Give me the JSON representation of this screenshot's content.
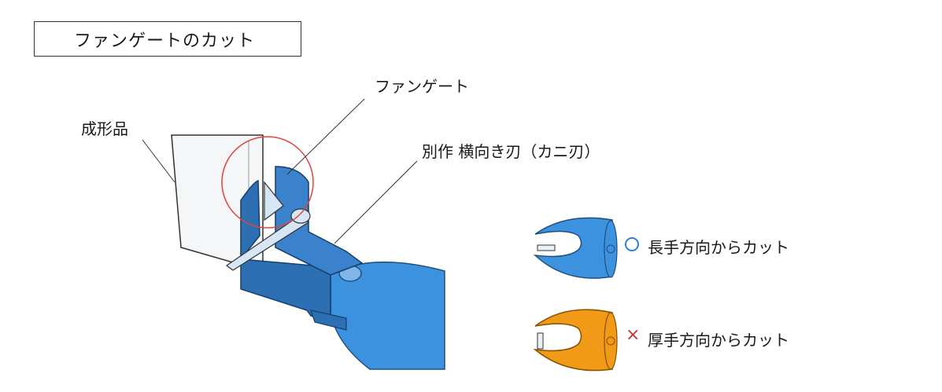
{
  "title": "ファンゲートのカット",
  "labels": {
    "product": "成形品",
    "fan_gate": "ファンゲート",
    "tool": "別作 横向き刃（カニ刃）"
  },
  "options": [
    {
      "mark": "〇",
      "text": "長手方向からカット",
      "blade_color": "#3d92e0"
    },
    {
      "mark": "×",
      "text": "厚手方向からカット",
      "blade_color": "#f09a18"
    }
  ],
  "colors": {
    "blade_blue": "#3d92e0",
    "blade_dark": "#2c6fb3",
    "blade_orange": "#f09a18",
    "highlight_ring": "#e0443a",
    "ok_mark": "#2f7fd0",
    "ng_mark": "#c0333a"
  }
}
